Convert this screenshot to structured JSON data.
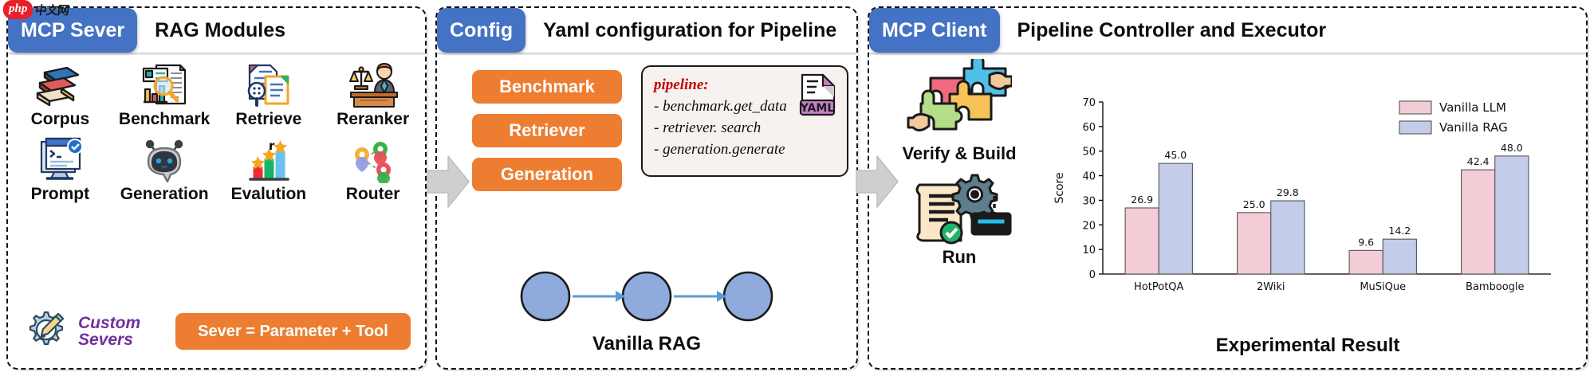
{
  "watermark": {
    "badge": "php",
    "text": "中文网"
  },
  "panels": [
    {
      "tab": "MCP Sever",
      "title": "RAG Modules",
      "modules": [
        {
          "label": "Corpus",
          "icon": "books-icon"
        },
        {
          "label": "Benchmark",
          "icon": "report-magnifier-icon"
        },
        {
          "label": "Retrieve",
          "icon": "document-search-icon"
        },
        {
          "label": "Reranker",
          "icon": "judge-icon"
        },
        {
          "label": "Prompt",
          "icon": "terminal-monitor-icon"
        },
        {
          "label": "Generation",
          "icon": "chatbot-icon"
        },
        {
          "label": "Evalution",
          "icon": "star-chart-icon"
        },
        {
          "label": "Router",
          "icon": "map-pins-icon"
        }
      ],
      "custom": {
        "label": "Custom Severs",
        "icon": "gear-pencil-icon"
      },
      "formula_pill": "Sever = Parameter + Tool"
    },
    {
      "tab": "Config",
      "title": "Yaml configuration for Pipeline",
      "pills": [
        "Benchmark",
        "Retriever",
        "Generation"
      ],
      "yaml": {
        "header": "pipeline:",
        "lines": [
          "- benchmark.get_data",
          "- retriever. search",
          "- generation.generate"
        ],
        "file_icon_label": "YAML"
      },
      "flow": {
        "nodes": 3,
        "caption": "Vanilla RAG"
      }
    },
    {
      "tab": "MCP Client",
      "title": "Pipeline Controller and Executor",
      "stages": [
        {
          "label": "Verify & Build",
          "icon": "puzzle-hands-icon"
        },
        {
          "label": "Run",
          "icon": "document-gear-icon"
        }
      ],
      "chart_caption": "Experimental Result"
    }
  ],
  "colors": {
    "tab_blue": "#4472c4",
    "pill_orange": "#ed7d31",
    "custom_purple": "#7030a0",
    "yaml_red": "#c00000",
    "node_blue": "#8faadc",
    "arrow_blue": "#5b9bd5",
    "bar_pink": "#f3ccd5",
    "bar_blue": "#c3cde9",
    "arrow_gray": "#cfcfcf"
  },
  "chart_data": {
    "type": "bar",
    "title": "",
    "xlabel": "",
    "ylabel": "Score",
    "ylim": [
      0,
      70
    ],
    "yticks": [
      0,
      10,
      20,
      30,
      40,
      50,
      60,
      70
    ],
    "grid": false,
    "legend_position": "top-right",
    "categories": [
      "HotPotQA",
      "2Wiki",
      "MuSiQue",
      "Bamboogle"
    ],
    "series": [
      {
        "name": "Vanilla LLM",
        "color": "#f3ccd5",
        "values": [
          26.9,
          25.0,
          9.6,
          42.4
        ]
      },
      {
        "name": "Vanilla RAG",
        "color": "#c3cde9",
        "values": [
          45.0,
          29.8,
          14.2,
          48.0
        ]
      }
    ]
  }
}
